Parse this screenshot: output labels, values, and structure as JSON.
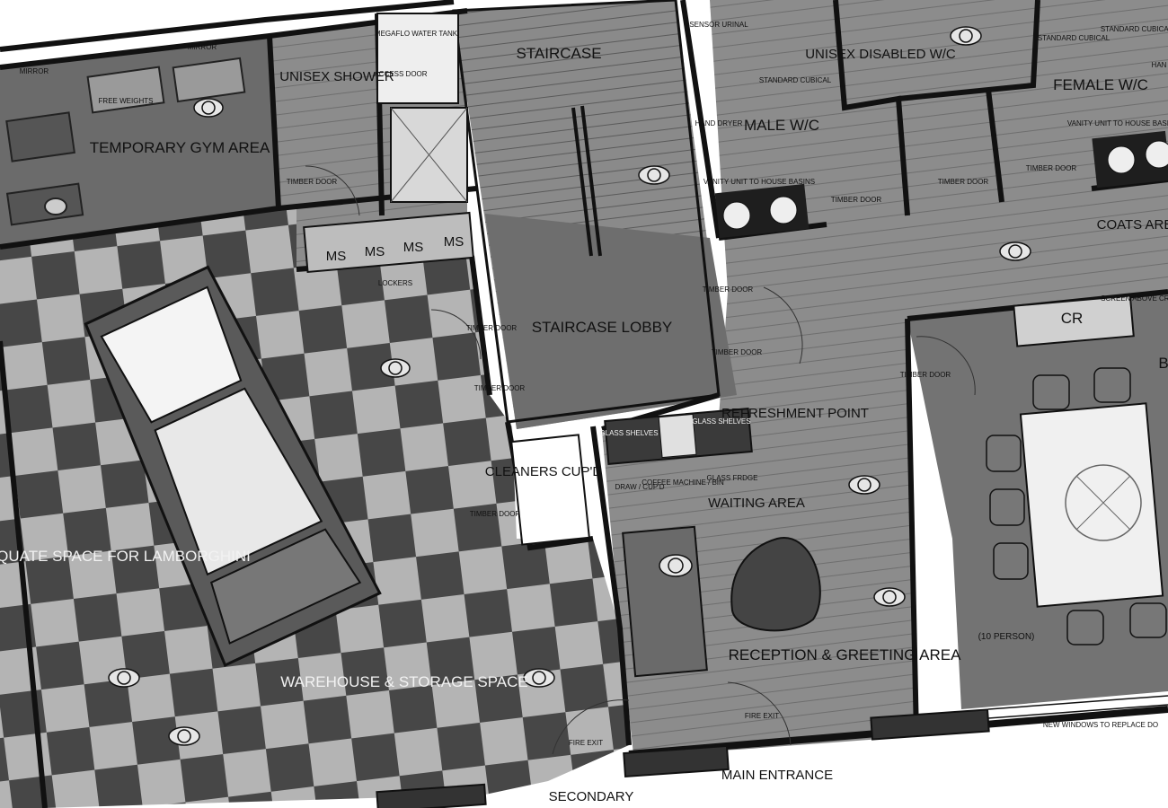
{
  "plan": {
    "rooms": {
      "gym": "TEMPORARY GYM AREA",
      "shower": "UNISEX SHOWER",
      "water_tank": "MEGAFLO WATER TANK",
      "access_door": "ACCESS DOOR",
      "staircase": "STAIRCASE",
      "staircase_lobby": "STAIRCASE LOBBY",
      "male_wc": "MALE W/C",
      "disabled_wc": "UNISEX DISABLED W/C",
      "female_wc": "FEMALE W/C",
      "coats": "COATS AREA",
      "cleaners": "CLEANERS CUP'D",
      "refreshment": "REFRESHMENT POINT",
      "waiting": "WAITING AREA",
      "reception": "RECEPTION & GREETING AREA",
      "warehouse": "WAREHOUSE & STORAGE SPACE",
      "lamborghini": "ADEQUATE SPACE FOR LAMBORGHINI",
      "boardroom_partial": "B",
      "capacity": "(10 PERSON)"
    },
    "fixtures": {
      "mirror": "MIRROR",
      "free_weights": "FREE WEIGHTS",
      "lockers": "LOCKERS",
      "ms": "MS",
      "sensor_urinal": "SENSOR URINAL",
      "standard_cubical": "STANDARD CUBICAL",
      "hand_dryer": "HAND DRYER",
      "vanity_unit": "VANITY UNIT TO HOUSE BASINS",
      "hand_partial": "HAN",
      "glass_shelves": "GLASS SHELVES",
      "draw_cupd": "DRAW / CUP'D",
      "coffee_machine": "COFFEE MACHINE / BIN",
      "glass_fridge": "GLASS FRDGE",
      "cr": "CR",
      "screen_partial": "SCREEN ABOVE CREDE UNIT",
      "new_windows": "NEW WINDOWS TO REPLACE DO"
    },
    "doors": {
      "timber_door": "TIMBER DOOR",
      "fire_exit": "FIRE EXIT",
      "main_entrance": "MAIN ENTRANCE",
      "secondary": "SECONDARY"
    },
    "colors": {
      "wall": "#111111",
      "floor_light": "#b0b0b0",
      "floor_dark": "#4a4a4a",
      "timber_floor": "#8c8c8c",
      "gym_floor": "#6b6b6b",
      "stair": "#8a8a8a"
    }
  }
}
